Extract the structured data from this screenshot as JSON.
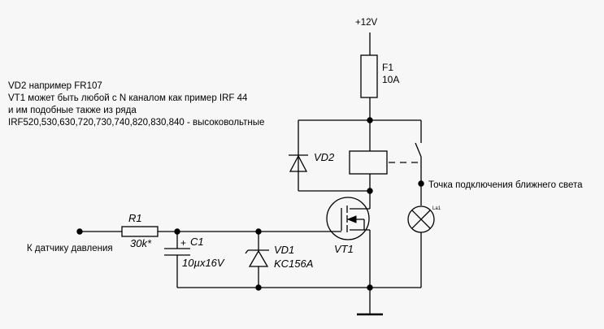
{
  "notes": {
    "line1": "VD2 например FR107",
    "line2": "VT1 может быть любой с N каналом как пример IRF 44",
    "line3": "и им подобные  также из ряда",
    "line4": "IRF520,530,630,720,730,740,820,830,840 - высоковольтные"
  },
  "labels": {
    "supply": "+12V",
    "fuse_name": "F1",
    "fuse_value": "10A",
    "relay_diode": "VD2",
    "headlight_point": "Точка подключения ближнего света",
    "lamp": "La1",
    "resistor_name": "R1",
    "resistor_value": "30k*",
    "sensor": "К датчику давления",
    "capacitor_name": "C1",
    "capacitor_value": "10µx16V",
    "capacitor_polarity": "+",
    "zener_name": "VD1",
    "zener_value": "KC156A",
    "transistor": "VT1"
  },
  "colors": {
    "line": "#000000",
    "background": "#f7f7f7"
  }
}
